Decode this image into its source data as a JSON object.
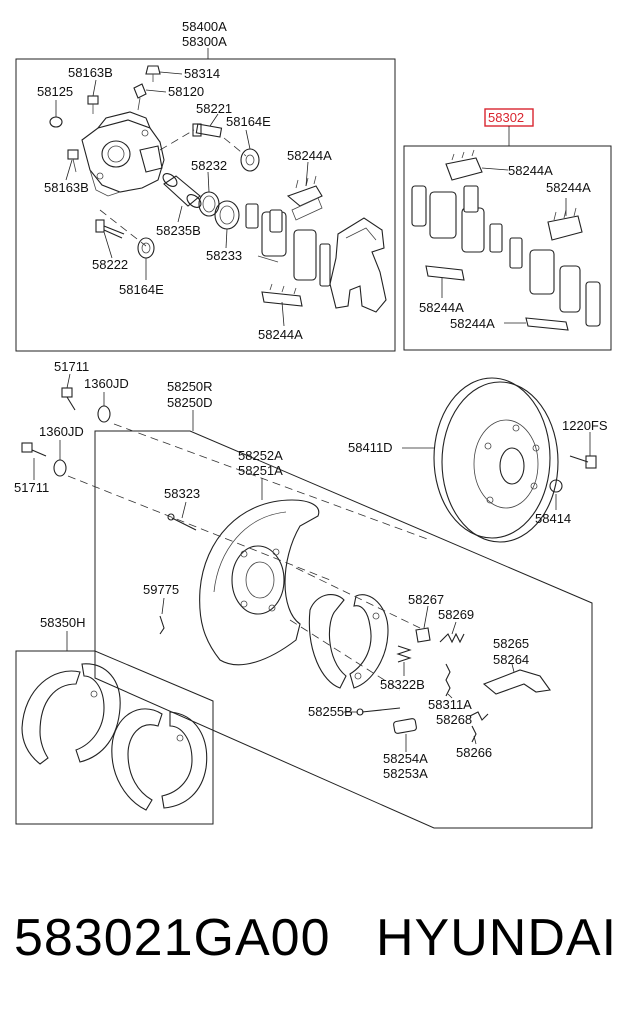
{
  "labels": {
    "l58400A": "58400A",
    "l58300A": "58300A",
    "l58163B_top": "58163B",
    "l58314": "58314",
    "l58125": "58125",
    "l58120": "58120",
    "l58221": "58221",
    "l58164E_top": "58164E",
    "l58163B_bot": "58163B",
    "l58232": "58232",
    "l58244A_1": "58244A",
    "l58235B": "58235B",
    "l58233": "58233",
    "l58222": "58222",
    "l58164E_bot": "58164E",
    "l58244A_2": "58244A",
    "l58302": "58302",
    "l58244A_3": "58244A",
    "l58244A_4": "58244A",
    "l58244A_5": "58244A",
    "l58244A_6": "58244A",
    "l51711_top": "51711",
    "l1360JD_top": "1360JD",
    "l58250R": "58250R",
    "l58250D": "58250D",
    "l1360JD_bot": "1360JD",
    "l51711_bot": "51711",
    "l58411D": "58411D",
    "l1220FS": "1220FS",
    "l58414": "58414",
    "l58252A": "58252A",
    "l58251A": "58251A",
    "l58323": "58323",
    "l59775": "59775",
    "l58267": "58267",
    "l58269": "58269",
    "l58350H": "58350H",
    "l58265": "58265",
    "l58264": "58264",
    "l58322B": "58322B",
    "l58311A": "58311A",
    "l58255B": "58255B",
    "l58268": "58268",
    "l58254A": "58254A",
    "l58253A": "58253A",
    "l58266": "58266"
  },
  "footer": {
    "part_number": "583021GA00",
    "brand": "HYUNDAI"
  },
  "colors": {
    "highlight": "#d9252f",
    "line": "#222222"
  }
}
